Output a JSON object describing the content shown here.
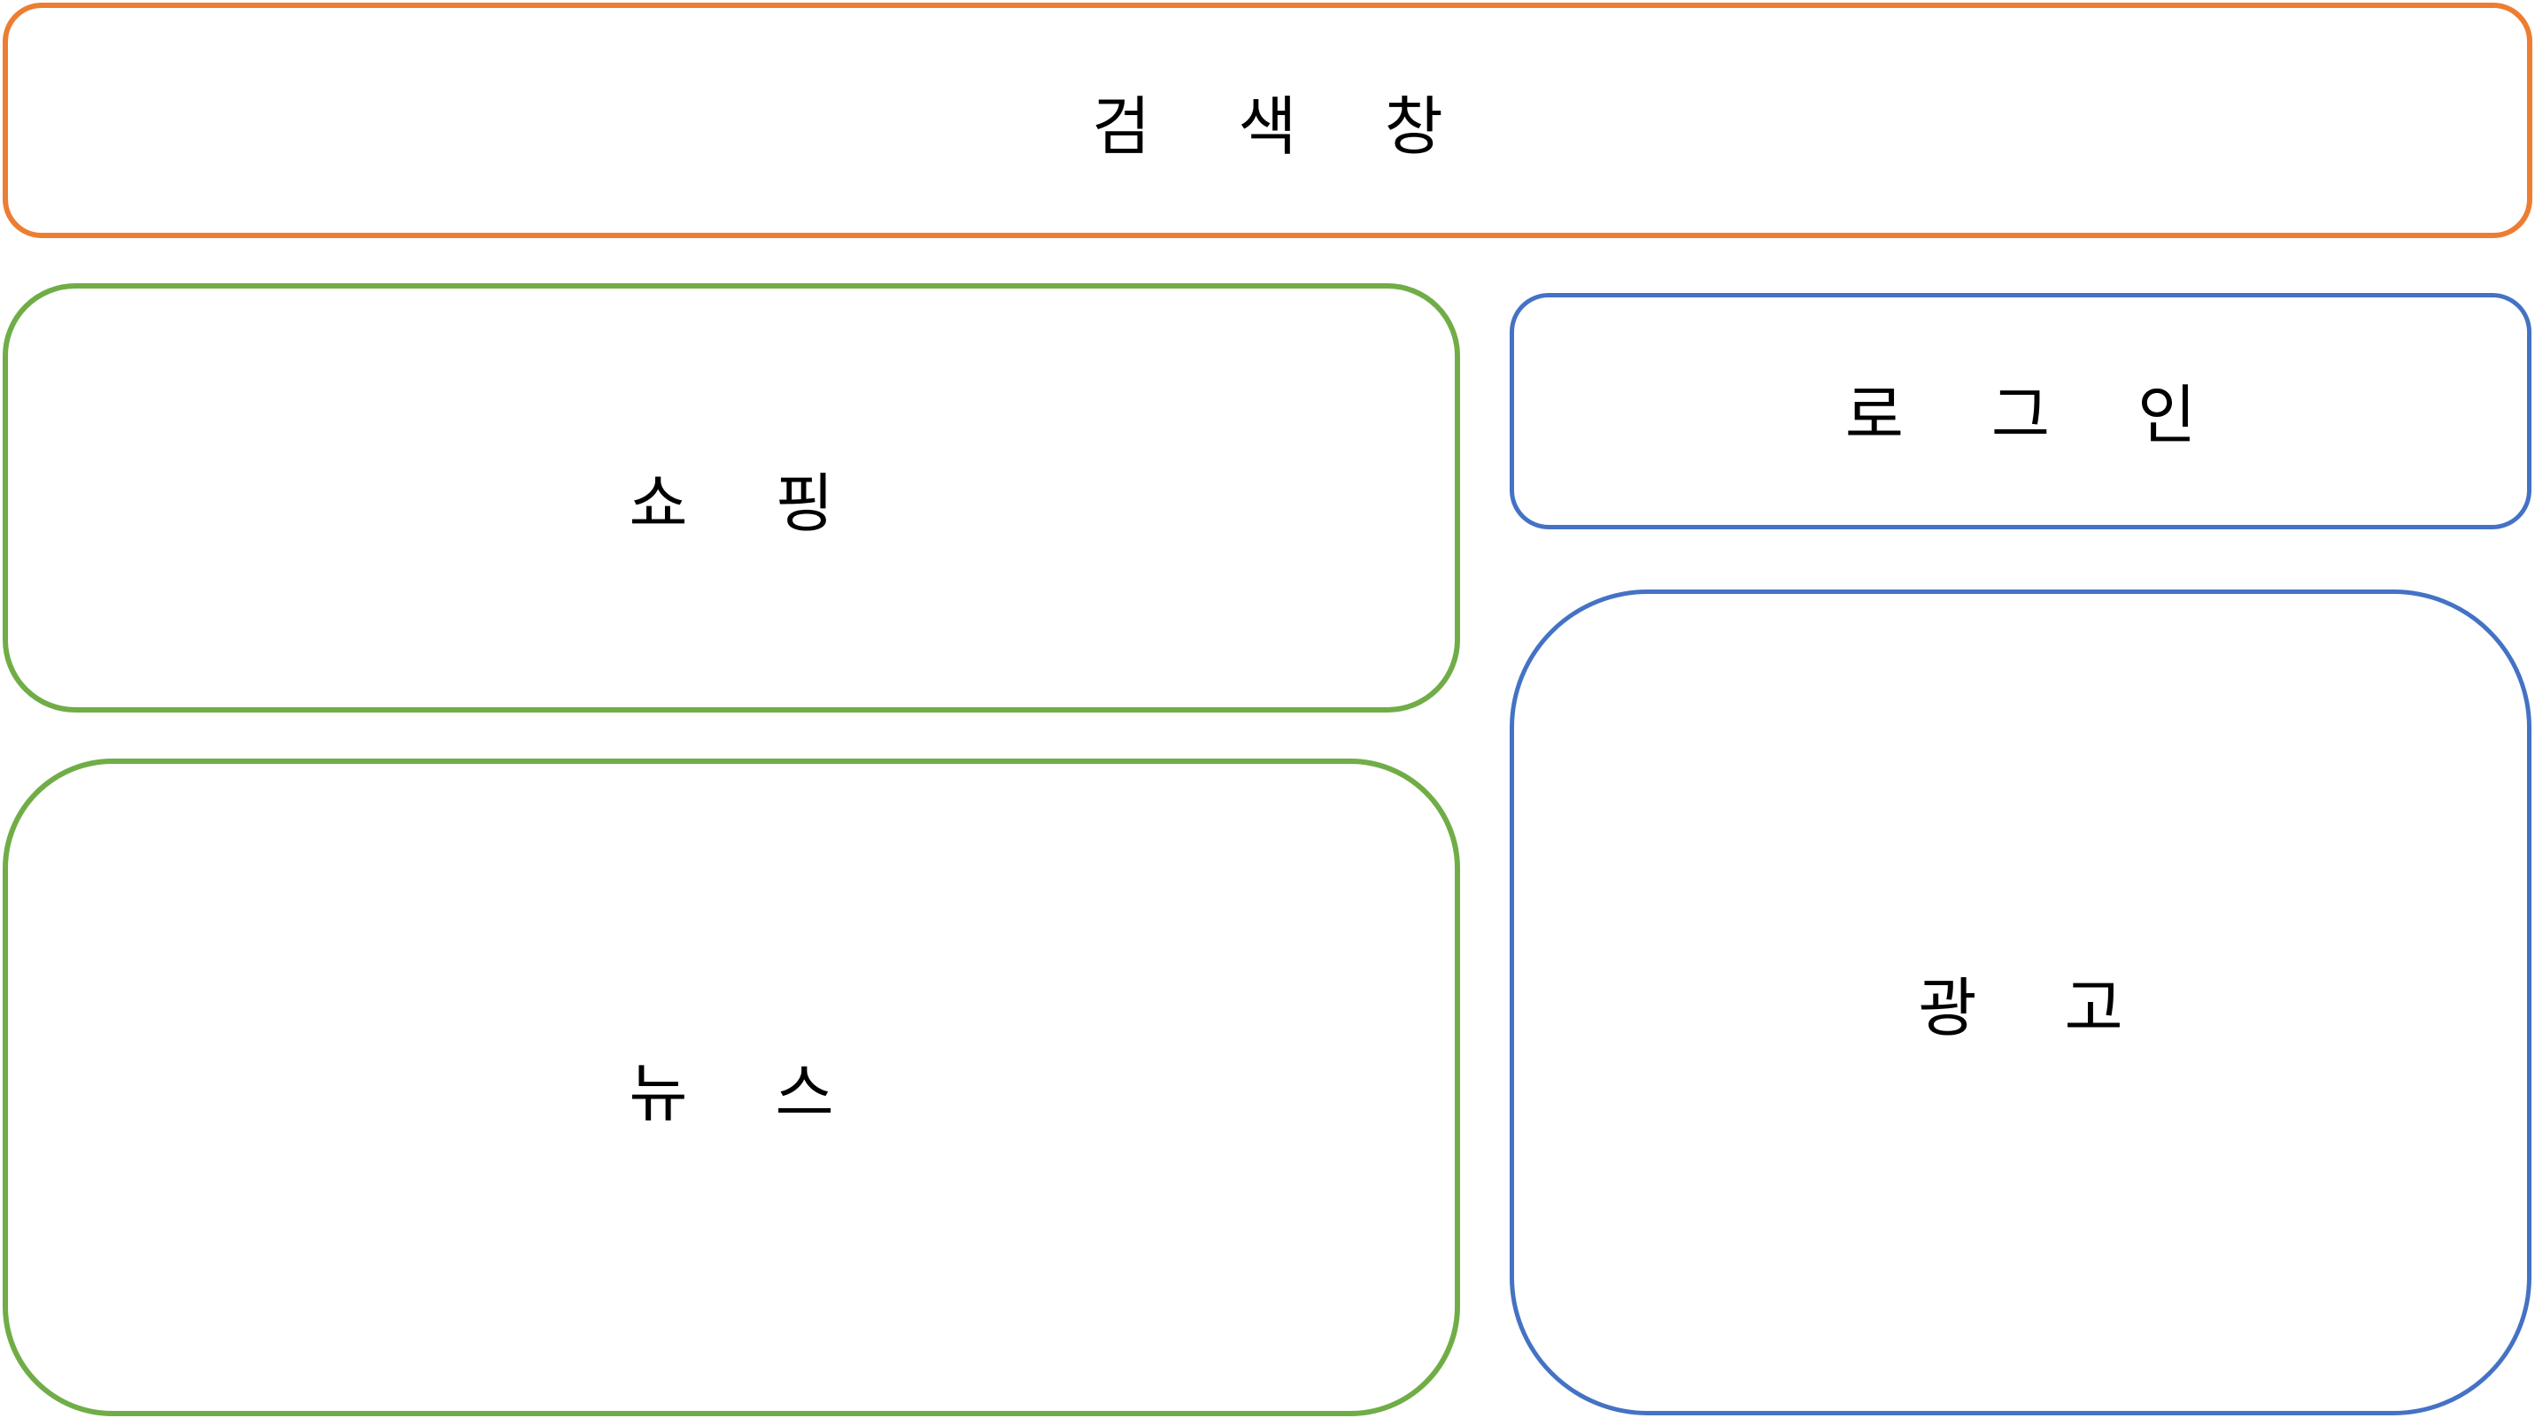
{
  "boxes": {
    "search": {
      "label": "검 색 창"
    },
    "shopping": {
      "label": "쇼 핑"
    },
    "news": {
      "label": "뉴 스"
    },
    "login": {
      "label": "로 그 인"
    },
    "ad": {
      "label": "광 고"
    }
  },
  "colors": {
    "search_border": "#ED7D31",
    "content_border": "#70AD47",
    "sidebar_border": "#4472C4"
  }
}
